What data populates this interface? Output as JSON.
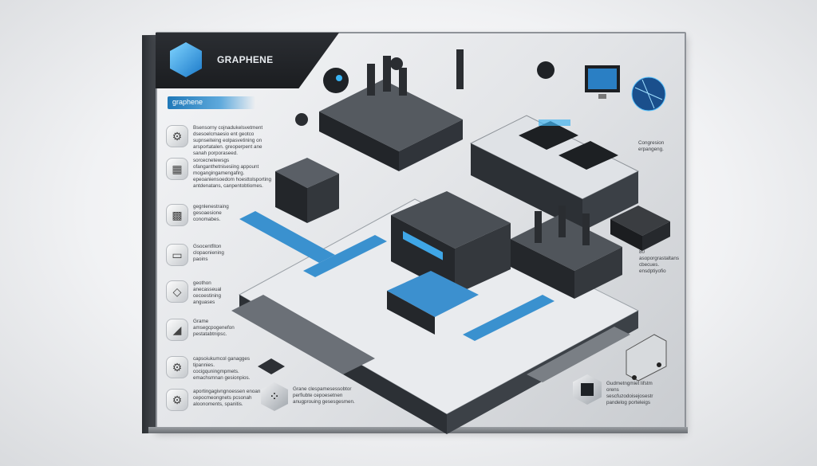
{
  "header": {
    "title": "GRAPHENE",
    "subtitle": "graphene",
    "logo": "graphene-hexagon-logo"
  },
  "left_items": [
    {
      "icon": "gears-icon",
      "text": "Bsensorny cojnadukelsvetment dsesoelcmaesio ent geotco supnseiteing eolpasvetining on arsportatalen. greoperpent ane sanah porporaseed."
    },
    {
      "icon": "graphene-sheet-icon",
      "text": "sorcecnetewsgs ofanganthetnisesiing appount mogangingamengafirg. epeoaniensoedom hoesttolsporting antdenatans, canpentobtiomes."
    },
    {
      "icon": "graphene-mesh-icon",
      "text": "gegnlenestraing gesoaesione conomabes."
    },
    {
      "icon": "display-icon",
      "text": "Gsocentfiton clopaoniening paoins"
    },
    {
      "icon": "layers-icon",
      "text": "geothon anecasseual cecoestining anguases"
    },
    {
      "icon": "ramp-icon",
      "text": "Grame amsegcpogenefon pestatabtnipsc."
    },
    {
      "icon": "gear-icon",
      "text": "capsoiukumcol ganagges tipannies. cocigquningmpmets. emachsmnan gesionpios."
    },
    {
      "icon": "gear-icon",
      "text": "aportingagivngnoessen enoan cepocmeongnets pcsonah aloonoments, spanitis."
    }
  ],
  "center_note": {
    "icon": "molecule-icon",
    "text": "Grane clespamesessobtor perfiubte cepoesetnen anugprouing gesesgesmen."
  },
  "right_notes": [
    "Congresion erpangeng.",
    "80 asoporgrastaltans cbecues. ensdptiyofio"
  ],
  "bottom_note": {
    "icon": "graphene-block-icon",
    "text": "Gudmetngmiet lifstm orens sescfuzodoisejosestr pandelog porteleigs"
  }
}
